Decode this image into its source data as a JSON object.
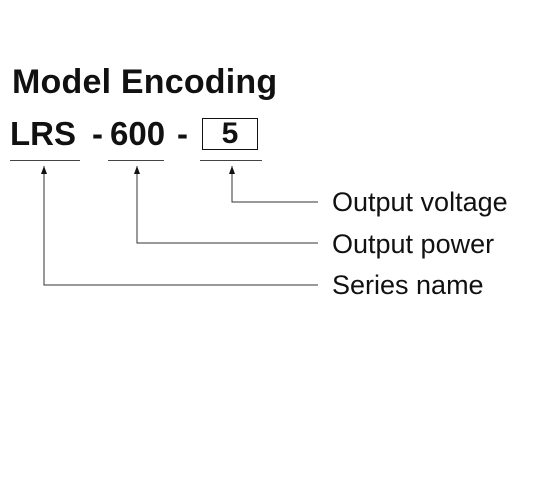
{
  "title": "Model Encoding",
  "code": {
    "series": "LRS",
    "separator1": "-",
    "power": "600",
    "separator2": "-",
    "voltage": "5"
  },
  "labels": {
    "voltage": "Output voltage",
    "power": "Output power",
    "series": "Series name"
  }
}
